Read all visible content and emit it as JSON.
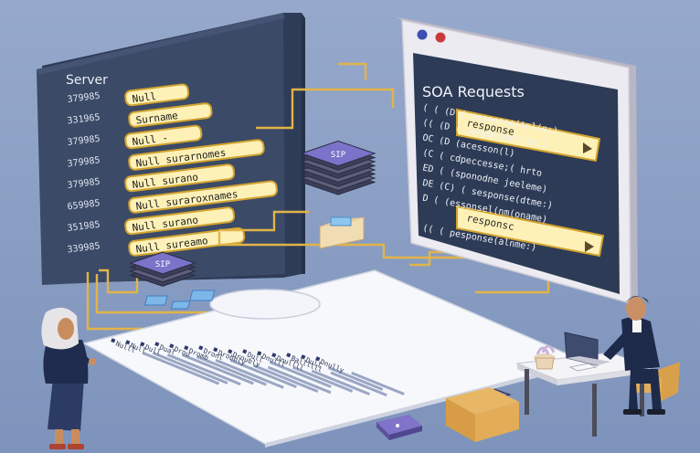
{
  "server_panel": {
    "title": "Server",
    "row_numbers": [
      "379985",
      "331965",
      "379985",
      "379985",
      "379985",
      "659985",
      "351985",
      "339985"
    ],
    "tags": [
      "Null",
      "Surname",
      "Null -",
      "Null surarnomes",
      "Null surano",
      "Null suraroxnames",
      "Null surano",
      "Null sureamo"
    ]
  },
  "soa_window": {
    "title": "SOA Requests",
    "response_tags": [
      "response",
      "responsc"
    ],
    "code_lines": [
      "(( ( { response",
      "( ( (D ( pesoonse(tnl(e:)",
      "(( (D ( sesppnson(l(e:)",
      "OC (D (acesson(l)",
      "(C (  cdpeccesse;( hrto",
      "ED ( (sponodne jeeleme)",
      "DE (C) (  sesponse(dtme:)",
      "D ( (essonsel(nm(oname)",
      "(( ( responsc",
      "(( (  pesponse(alnme:)"
    ]
  },
  "stacks": [
    {
      "label": "SIP"
    },
    {
      "label": "SIP"
    },
    {
      "label": "SIP"
    },
    {
      "label": "SIP"
    }
  ],
  "document_lines": [
    "Nulll",
    "Null",
    "Dull",
    "Dual",
    "Drou",
    "Dromb",
    "Dronl",
    "Drobbly",
    "Droubly",
    "Dull",
    "Dnulll",
    "Dnullll",
    "Ballllll",
    "Dull",
    "Dnully"
  ],
  "colors": {
    "background": "#8a9ec4",
    "server_panel": "#3b4a66",
    "code_panel": "#2d3b56",
    "tag_fill": "#fdf1b8",
    "tag_stroke": "#d2a32e",
    "connector": "#e2b447",
    "stack_top": "#7b72c9",
    "window_frame": "#ece9ef"
  }
}
